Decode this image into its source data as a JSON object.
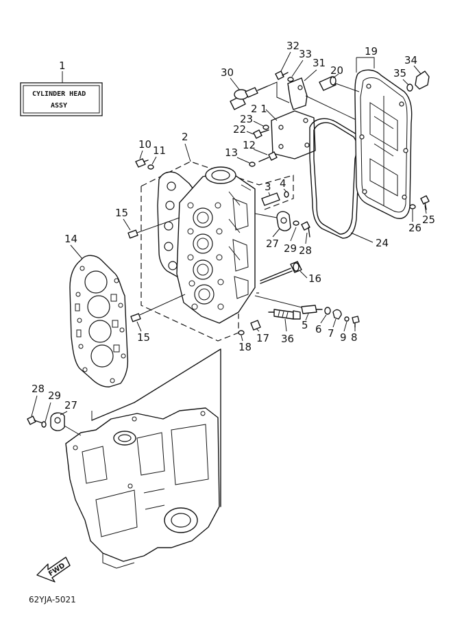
{
  "title_box": {
    "line1": "CYLINDER HEAD",
    "line2": "ASSY",
    "ref": "1"
  },
  "forward_arrow_label": "FWD",
  "drawing_code": "62YJA-5021",
  "callouts": {
    "c2": "2",
    "c3": "3",
    "c4": "4",
    "c5": "5",
    "c6": "6",
    "c7": "7",
    "c8": "8",
    "c9": "9",
    "c10": "10",
    "c11": "11",
    "c12": "12",
    "c13": "13",
    "c14": "14",
    "c15a": "15",
    "c15b": "15",
    "c16": "16",
    "c17": "17",
    "c18": "18",
    "c19": "19",
    "c20": "20",
    "c21": "2 1",
    "c22": "22",
    "c23": "23",
    "c24": "24",
    "c25": "25",
    "c26": "26",
    "c27a": "27",
    "c27b": "27",
    "c28a": "28",
    "c28b": "28",
    "c29a": "29",
    "c29b": "29",
    "c30": "30",
    "c31": "31",
    "c32": "32",
    "c33": "33",
    "c34": "34",
    "c35": "35",
    "c36": "36"
  }
}
